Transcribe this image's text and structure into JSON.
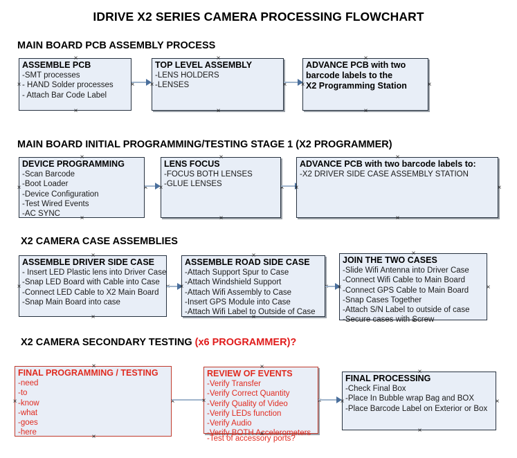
{
  "document": {
    "title": "IDRIVE X2  SERIES CAMERA PROCESSING FLOWCHART"
  },
  "colors": {
    "box_fill": "#e8eef7",
    "box_border": "#26313f",
    "red_accent": "#e02b20",
    "connector": "#9fb4cc",
    "arrowhead": "#4a6f9c"
  },
  "sections": [
    {
      "id": "main-board-pcb-assembly-process",
      "heading": "MAIN BOARD PCB ASSEMBLY PROCESS",
      "heading_accent": "",
      "nodes": [
        {
          "id": "assemble-pcb",
          "title": "ASSEMBLE PCB",
          "lines": [
            "-SMT processes",
            "- HAND Solder processes",
            "- Attach Bar Code Label"
          ]
        },
        {
          "id": "top-level-assembly",
          "title": "TOP LEVEL ASSEMBLY",
          "lines": [
            "-LENS HOLDERS",
            "-LENSES"
          ]
        },
        {
          "id": "advance-pcb-programming-station",
          "title": "ADVANCE PCB with two",
          "lines": [
            "barcode labels to the",
            " X2 Programming Station"
          ]
        }
      ]
    },
    {
      "id": "main-board-initial-programming",
      "heading": "MAIN BOARD INITIAL PROGRAMMING/TESTING STAGE 1 (X2 PROGRAMMER)",
      "heading_accent": "",
      "nodes": [
        {
          "id": "device-programming",
          "title": "DEVICE PROGRAMMING",
          "lines": [
            "-Scan Barcode",
            "-Boot Loader",
            "-Device Configuration",
            "-Test Wired Events",
            "-AC SYNC"
          ]
        },
        {
          "id": "lens-focus",
          "title": "LENS FOCUS",
          "lines": [
            "-FOCUS BOTH LENSES",
            "-GLUE LENSES"
          ]
        },
        {
          "id": "advance-pcb-driver-side-case",
          "title": "ADVANCE PCB with two barcode labels to:",
          "lines": [
            "-X2 DRIVER  SIDE  CASE  ASSEMBLY STATION"
          ]
        }
      ]
    },
    {
      "id": "x2-camera-case-assemblies",
      "heading": "X2 CAMERA CASE ASSEMBLIES",
      "heading_accent": "",
      "nodes": [
        {
          "id": "assemble-driver-side-case",
          "title": "ASSEMBLE DRIVER SIDE CASE",
          "lines": [
            "- Insert LED Plastic lens into Driver Case",
            "-Snap LED Board with Cable into Case",
            "-Connect LED Cable to X2 Main Board",
            "-Snap Main Board into case"
          ]
        },
        {
          "id": "assemble-road-side-case",
          "title": "ASSEMBLE ROAD SIDE CASE",
          "lines": [
            "-Attach Support Spur to Case",
            "-Attach Windshield Support",
            "-Attach Wifi Assembly to Case",
            "-Insert GPS Module into Case",
            "-Attach Wifi Label to Outside of Case"
          ]
        },
        {
          "id": "join-the-two-cases",
          "title": "JOIN THE TWO CASES",
          "lines": [
            "-Slide Wifi Antenna into Driver Case",
            "-Connect Wifi Cable to Main Board",
            "-Connect GPS Cable to Main Board",
            "-Snap Cases Together",
            "-Attach S/N Label to outside of case",
            "-Secure cases with Screw"
          ]
        }
      ]
    },
    {
      "id": "x2-camera-secondary-testing",
      "heading": "X2 CAMERA SECONDARY TESTING ",
      "heading_accent": "(x6 PROGRAMMER)?",
      "nodes": [
        {
          "id": "final-programming-testing",
          "title": "FINAL PROGRAMMING / TESTING",
          "lines": [
            "-need",
            "-to",
            "-know",
            "-what",
            "-goes",
            "-here"
          ]
        },
        {
          "id": "review-of-events",
          "title": "REVIEW OF EVENTS",
          "lines": [
            "-Verify Transfer",
            "-Verify Correct Quantity",
            "-Verify Quality of Video",
            "-Verify LEDs function",
            "-Verify Audio",
            "-Verify BOTH Accelerometers"
          ],
          "overflow_line": "-Test of accessory ports?"
        },
        {
          "id": "final-processing",
          "title": "FINAL PROCESSING",
          "lines": [
            " -Check Final Box",
            "-Place In Bubble wrap Bag and BOX",
            "-Place Barcode Label on Exterior or Box"
          ]
        }
      ]
    }
  ]
}
